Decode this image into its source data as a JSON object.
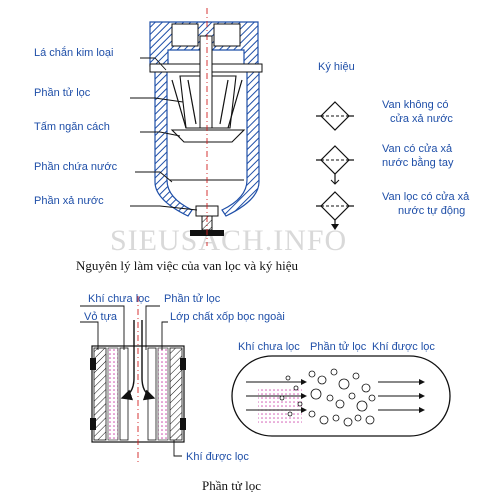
{
  "colors": {
    "label_blue": "#1f4fa8",
    "hatch_blue": "#1f4fa8",
    "axis_red": "#d02020",
    "outline": "#111111",
    "fine_dots": "#cc44aa",
    "watermark": "#d9d9d9"
  },
  "watermark": "SIEUSACH.INFO",
  "top": {
    "labels": {
      "metal_plate": "Lá chắn kim loại",
      "filter_element": "Phần tử lọc",
      "separator_plate": "Tấm ngăn cách",
      "water_chamber": "Phần chứa nước",
      "drain": "Phần xả nước"
    },
    "symbols": {
      "heading": "Ký hiệu",
      "no_drain_1": "Van không có",
      "no_drain_2": "cửa xả nước",
      "manual_1": "Van có cửa xả",
      "manual_2": "nước bằng tay",
      "auto_1": "Van lọc có cửa xả",
      "auto_2": "nước tự động"
    },
    "caption": "Nguyên lý làm việc của van lọc và ký hiệu"
  },
  "bottom": {
    "labels": {
      "dirty_air": "Khí chưa lọc",
      "filter_element": "Phần tử lọc",
      "support_shell": "Vỏ tựa",
      "foam_layer": "Lớp chất xốp bọc ngoài",
      "clean_air": "Khí được lọc"
    },
    "flow": {
      "dirty_air": "Khí chưa lọc",
      "filter_element": "Phần tử lọc",
      "clean_air": "Khí được lọc"
    },
    "caption": "Phần tử lọc"
  }
}
